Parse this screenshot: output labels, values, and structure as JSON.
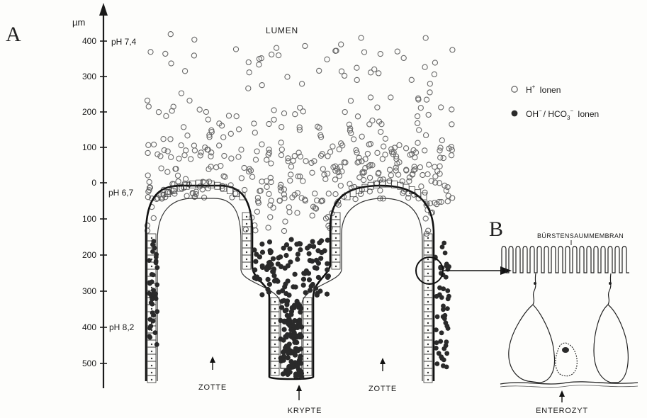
{
  "panel_a": {
    "letter": "A",
    "unit": "µm",
    "lumen": "LUMEN",
    "ticks_upper": [
      "400",
      "300",
      "200",
      "100",
      "0"
    ],
    "ticks_lower": [
      "100",
      "200",
      "300",
      "400",
      "500"
    ],
    "ph_top": "pH 7,4",
    "ph_mid": "pH 6,7",
    "ph_low": "pH 8,2",
    "villus_left": "ZOTTE",
    "crypt": "KRYPTE",
    "villus_right": "ZOTTE"
  },
  "legend": {
    "h_ions_prefix": "H",
    "h_ions_sup": "+",
    "h_ions_suffix": "Ionen",
    "oh_ions_prefix": "OH",
    "oh_ions_sup": "−",
    "oh_ions_mid": "/ HCO",
    "oh_ions_sub": "3",
    "oh_ions_sup2": "−",
    "oh_ions_suffix": "Ionen"
  },
  "panel_b": {
    "letter": "B",
    "membrane": "BÜRSTENSAUMMEMBRAN",
    "cell": "ENTEROZYT"
  },
  "colors": {
    "ink": "#1a1a1a",
    "open_ion": "#6a6a6a",
    "filled_ion": "#2a2a2a",
    "paper": "#fdfdfb"
  }
}
